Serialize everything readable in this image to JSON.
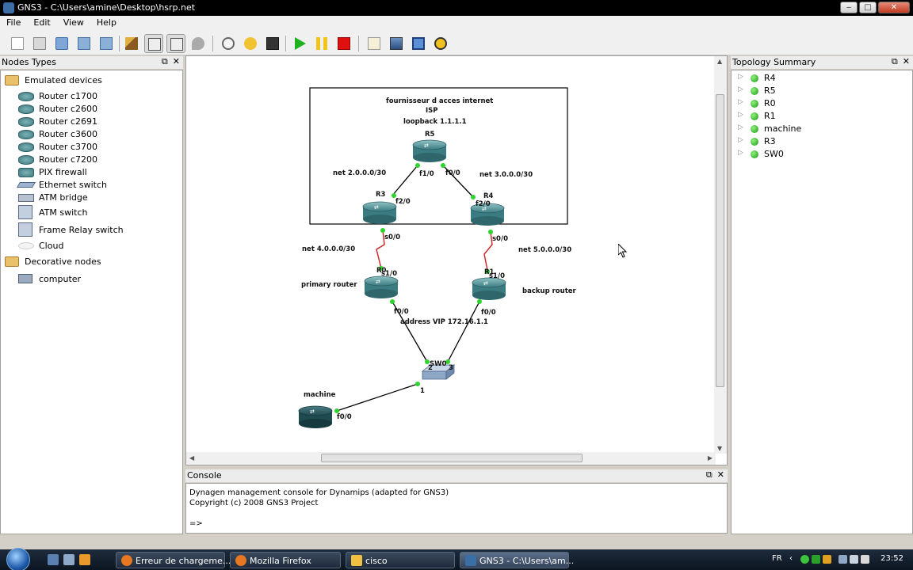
{
  "window": {
    "title": "GNS3 - C:\\Users\\amine\\Desktop\\hsrp.net",
    "minimize": "‒",
    "restore": "□",
    "close": "✕"
  },
  "menu": [
    "File",
    "Edit",
    "View",
    "Help"
  ],
  "toolbar": {
    "icons": [
      "new-icon",
      "open-snapshot-icon",
      "open-icon",
      "save-icon",
      "save-as-icon",
      "clear-icon",
      "show-interface-labels-icon",
      "show-hostnames-icon",
      "capture-icon",
      "timer-icon",
      "undo-icon",
      "console-icon",
      "start-icon",
      "pause-icon",
      "stop-icon",
      "note-icon",
      "image-icon",
      "rectangle-icon",
      "ellipse-icon"
    ]
  },
  "nodes_panel": {
    "title": "Nodes Types",
    "groups": [
      {
        "label": "Emulated devices",
        "items": [
          "Router c1700",
          "Router c2600",
          "Router c2691",
          "Router c3600",
          "Router c3700",
          "Router c7200",
          "PIX firewall",
          "Ethernet switch",
          "ATM bridge",
          "ATM switch",
          "Frame Relay switch",
          "Cloud"
        ]
      },
      {
        "label": "Decorative nodes",
        "items": [
          "computer"
        ]
      }
    ]
  },
  "topology_panel": {
    "title": "Topology Summary",
    "nodes": [
      "R4",
      "R5",
      "R0",
      "R1",
      "machine",
      "R3",
      "SW0"
    ]
  },
  "topology": {
    "zone_title_1": "fournisseur d acces internet",
    "zone_title_2": "ISP",
    "loopback": "loopback 1.1.1.1",
    "r5": "R5",
    "r3": "R3",
    "r4": "R4",
    "r0": "R0",
    "r1": "R1",
    "sw0": "SW0",
    "machine": "machine",
    "net_2": "net 2.0.0.0/30",
    "net_3": "net 3.0.0.0/30",
    "net_4": "net 4.0.0.0/30",
    "net_5": "net 5.0.0.0/30",
    "primary": "primary router",
    "backup": "backup router",
    "vip": "address VIP 172.16.1.1",
    "if_r5_f1": "f1/0",
    "if_r5_f0": "f0/0",
    "if_r3_f2": "f2/0",
    "if_r4_f2": "f2/0",
    "if_r3_s0": "s0/0",
    "if_r4_s0": "s0/0",
    "if_r0_s1": "s1/0",
    "if_r1_s1": "s1/0",
    "if_r0_f0": "f0/0",
    "if_r1_f0": "f0/0",
    "if_machine_f0": "f0/0",
    "sw_port_1": "1",
    "sw_port_2": "2",
    "sw_port_3": "3"
  },
  "console": {
    "title": "Console",
    "lines": [
      "Dynagen management console for Dynamips (adapted for GNS3)",
      "Copyright (c) 2008 GNS3 Project",
      "",
      "=>"
    ]
  },
  "taskbar": {
    "tasks": [
      "Erreur de chargeme...",
      "Mozilla Firefox",
      "cisco",
      "GNS3 - C:\\Users\\am..."
    ],
    "language": "FR",
    "time": "23:52"
  }
}
